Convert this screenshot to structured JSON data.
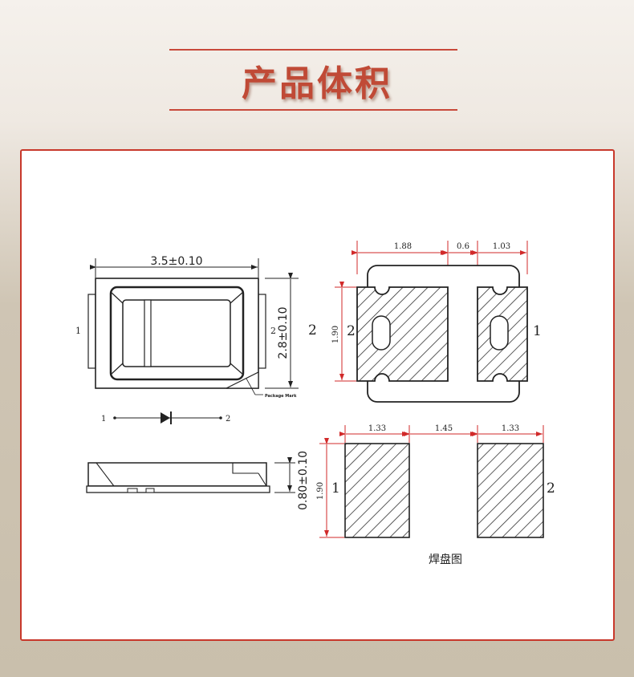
{
  "page": {
    "title": "产品体积"
  },
  "package_outline": {
    "width_dim": "3.5±0.10",
    "height_dim": "2.8±0.10",
    "package_mark_note": "Package Mark",
    "pin_left": "1",
    "pin_right": "2",
    "pin_inner_right": "2",
    "diode_pin_left": "1",
    "diode_pin_right": "2"
  },
  "side_view": {
    "thickness_dim": "0.80±0.10"
  },
  "bottom_view": {
    "dim_a": "1.88",
    "dim_b": "0.6",
    "dim_c": "1.03",
    "height": "1.90",
    "pin_left": "2",
    "pin_right": "1"
  },
  "solder_pad": {
    "pad_width_left": "1.33",
    "gap": "1.45",
    "pad_width_right": "1.33",
    "height": "1.90",
    "pin_left": "1",
    "pin_right": "2",
    "caption": "焊盘图"
  },
  "colors": {
    "accent": "#c8382b",
    "dimension_red": "#d12a2a",
    "title": "#c04a36"
  }
}
